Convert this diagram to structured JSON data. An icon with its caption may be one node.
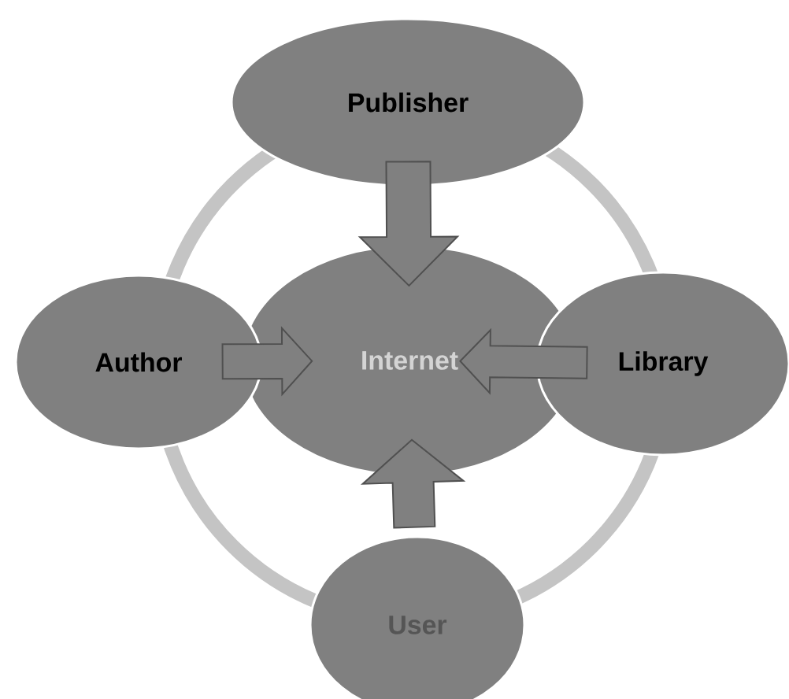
{
  "diagram": {
    "nodes": [
      {
        "text": [
          "Publisher"
        ]
      },
      {
        "text": [
          "Author"
        ]
      },
      {
        "text": [
          "Internet"
        ]
      },
      {
        "text": [
          "Library"
        ]
      },
      {
        "text": [
          "User"
        ]
      }
    ],
    "edges": [
      {
        "from": 0,
        "to": 2,
        "arrow": "to"
      },
      {
        "from": 1,
        "to": 2,
        "arrow": "to"
      },
      {
        "from": 3,
        "to": 2,
        "arrow": "to"
      },
      {
        "from": 4,
        "to": 2,
        "arrow": "to"
      }
    ]
  }
}
